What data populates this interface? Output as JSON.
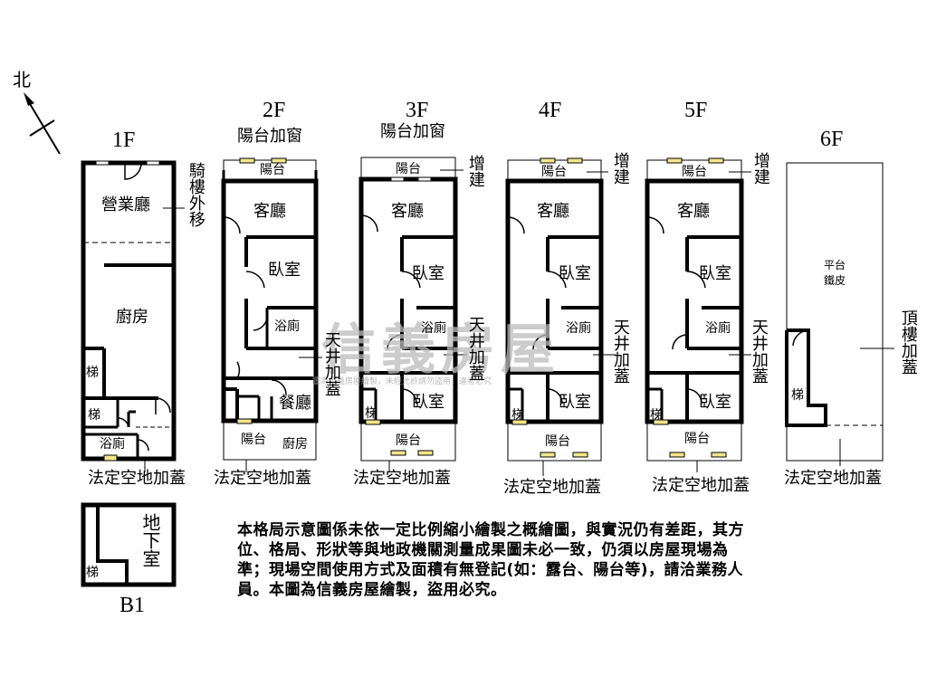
{
  "compass": {
    "north": "北"
  },
  "floors": {
    "f1": {
      "title": "1F",
      "rooms": [
        "營業廳",
        "廚房",
        "梯",
        "梯",
        "浴廁"
      ],
      "side_note": "騎樓外移",
      "bottom_note": "法定空地加蓋"
    },
    "f2": {
      "title": "2F",
      "top_note": "陽台加窗",
      "rooms": [
        "陽台",
        "客廳",
        "臥室",
        "浴廁",
        "餐廳",
        "陽台",
        "廚房"
      ],
      "side_note": "天井加蓋",
      "bottom_note": "法定空地加蓋"
    },
    "f3": {
      "title": "3F",
      "top_note": "陽台加窗",
      "rooms": [
        "陽台",
        "客廳",
        "臥室",
        "浴廁",
        "臥室",
        "梯",
        "陽台"
      ],
      "side_note_top": "增建",
      "side_note": "天井加蓋",
      "bottom_note": "法定空地加蓋"
    },
    "f4": {
      "title": "4F",
      "rooms": [
        "陽台",
        "客廳",
        "臥室",
        "浴廁",
        "臥室",
        "梯",
        "陽台"
      ],
      "side_note_top": "增建",
      "side_note": "天井加蓋",
      "bottom_note": "法定空地加蓋"
    },
    "f5": {
      "title": "5F",
      "rooms": [
        "陽台",
        "客廳",
        "臥室",
        "浴廁",
        "臥室",
        "梯",
        "陽台"
      ],
      "side_note_top": "增建",
      "side_note": "天井加蓋",
      "bottom_note": "法定空地加蓋"
    },
    "f6": {
      "title": "6F",
      "rooms": [
        "平台",
        "鐵皮",
        "梯"
      ],
      "side_note": "頂樓加蓋",
      "bottom_note": "法定空地加蓋"
    },
    "b1": {
      "title": "B1",
      "rooms": [
        "地下室",
        "梯"
      ]
    }
  },
  "disclaimer": "本格局示意圖係未依一定比例縮小繪製之概繪圖，與實況仍有差距，其方位、格局、形狀等與地政機關測量成果圖未必一致，仍須以房屋現場為準；現場空間使用方式及面積有無登記(如：露台、陽台等)，請洽業務人員。本圖為信義房屋繪製，盜用必究。",
  "watermark": {
    "brand": "信義房屋",
    "notice": "圖為信義房屋繪製，未經允許請勿盜用，違者必究"
  }
}
